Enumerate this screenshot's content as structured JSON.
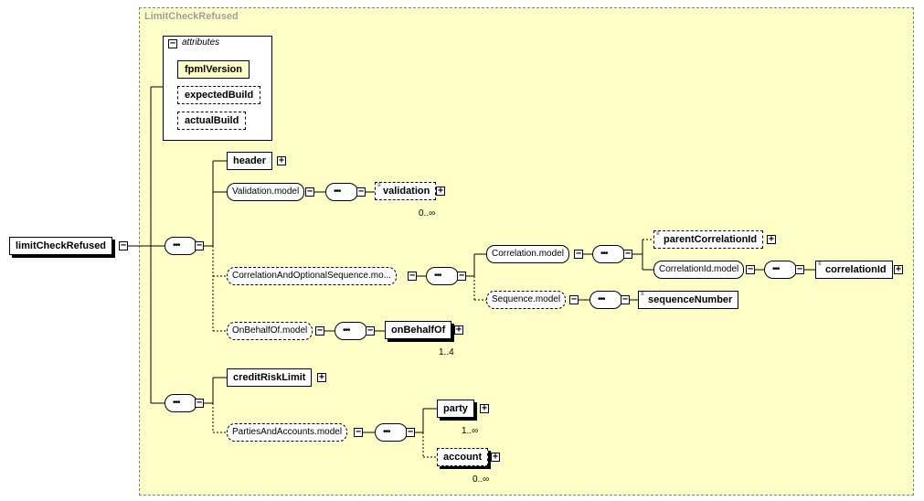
{
  "diagram": {
    "title": "LimitCheckRefused",
    "root": "limitCheckRefused",
    "attributes_label": "attributes",
    "attributes": [
      "fpmlVersion",
      "expectedBuild",
      "actualBuild"
    ],
    "elements": {
      "header": "header",
      "validation_model": "Validation.model",
      "validation": "validation",
      "validation_occ": "0..∞",
      "corr_opt_seq_model": "CorrelationAndOptionalSequence.mo...",
      "correlation_model": "Correlation.model",
      "parent_correlation_id": "parentCorrelationId",
      "correlation_id_model": "CorrelationId.model",
      "correlation_id": "correlationId",
      "sequence_model": "Sequence.model",
      "sequence_number": "sequenceNumber",
      "on_behalf_of_model": "OnBehalfOf.model",
      "on_behalf_of": "onBehalfOf",
      "on_behalf_of_occ": "1..4",
      "credit_risk_limit": "creditRiskLimit",
      "parties_and_accounts_model": "PartiesAndAccounts.model",
      "party": "party",
      "party_occ": "1..∞",
      "account": "account",
      "account_occ": "0..∞"
    }
  }
}
